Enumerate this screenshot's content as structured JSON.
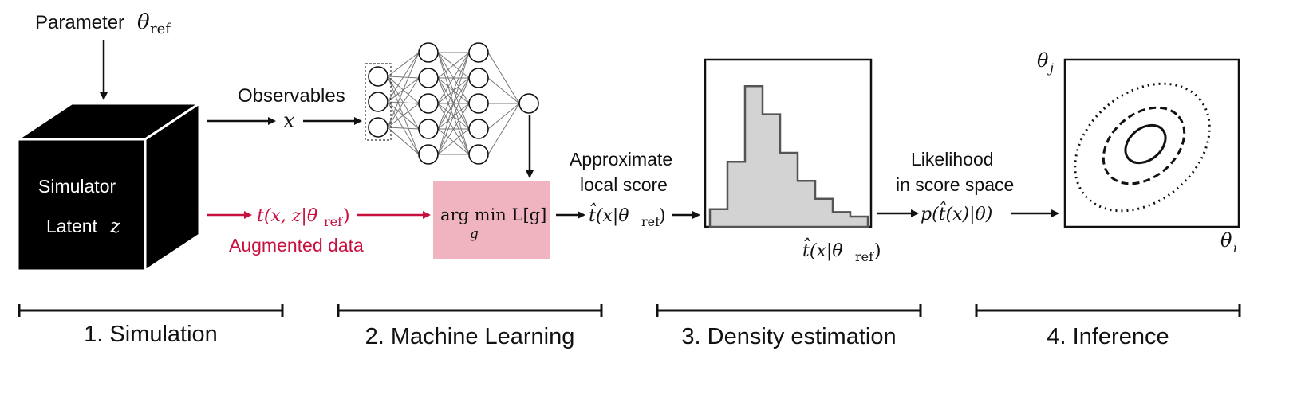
{
  "colors": {
    "accent_red": "#c8103e",
    "argmin_box": "#f0b4c0",
    "histogram_fill": "#d3d3d3",
    "cube": "#000000"
  },
  "input": {
    "parameter_label": "Parameter",
    "parameter_symbol": "θ",
    "parameter_sub": "ref"
  },
  "simulator": {
    "title": "Simulator",
    "latent_label": "Latent",
    "latent_symbol": "z"
  },
  "flows": {
    "observables_label": "Observables",
    "observable_symbol": "x",
    "augmented_expr": "t(x, z|θ",
    "augmented_sub": "ref",
    "augmented_close": ")",
    "augmented_label": "Augmented data"
  },
  "ml": {
    "loss_top": "arg min L[g]",
    "loss_sub": "g",
    "network_icon": "neural-network-icon"
  },
  "score": {
    "label_line1": "Approximate",
    "label_line2": "local score",
    "expr": "t̂(x|θ",
    "expr_sub": "ref",
    "expr_close": ")"
  },
  "density": {
    "histogram_icon": "histogram-icon",
    "histogram_heights": [
      0.12,
      0.44,
      0.95,
      0.76,
      0.5,
      0.31,
      0.19,
      0.1,
      0.07
    ],
    "axis_label": "t̂(x|θ",
    "axis_sub": "ref",
    "axis_close": ")"
  },
  "likelihood": {
    "label_line1": "Likelihood",
    "label_line2": "in score space",
    "expr": "p(t̂(x)|θ)"
  },
  "inference": {
    "contour_icon": "contour-plot-icon",
    "y_label": "θ",
    "y_sub": "j",
    "x_label": "θ",
    "x_sub": "i"
  },
  "stages": [
    {
      "label": "1. Simulation"
    },
    {
      "label": "2. Machine Learning"
    },
    {
      "label": "3. Density estimation"
    },
    {
      "label": "4. Inference"
    }
  ]
}
